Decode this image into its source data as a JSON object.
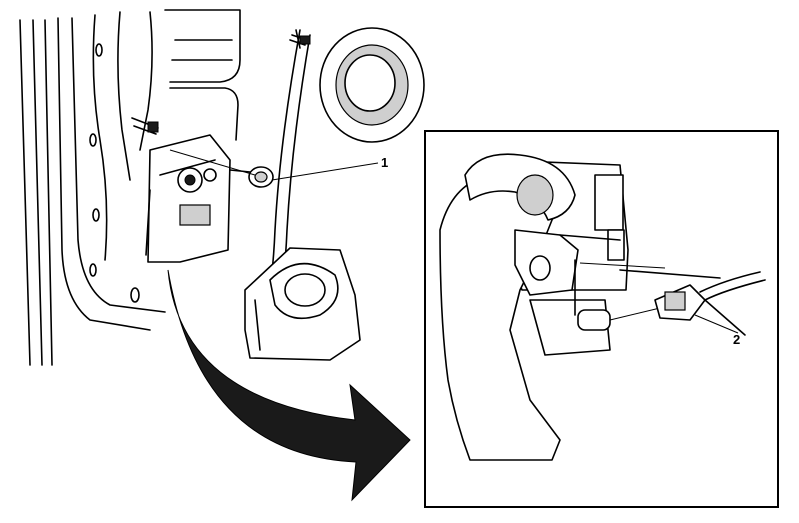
{
  "figure": {
    "callouts": [
      {
        "id": "1",
        "label": "1"
      },
      {
        "id": "2",
        "label": "2"
      }
    ],
    "colors": {
      "line": "#000000",
      "background": "#ffffff",
      "shade": "#cfcfcf",
      "arrow": "#1a1a1a"
    }
  }
}
